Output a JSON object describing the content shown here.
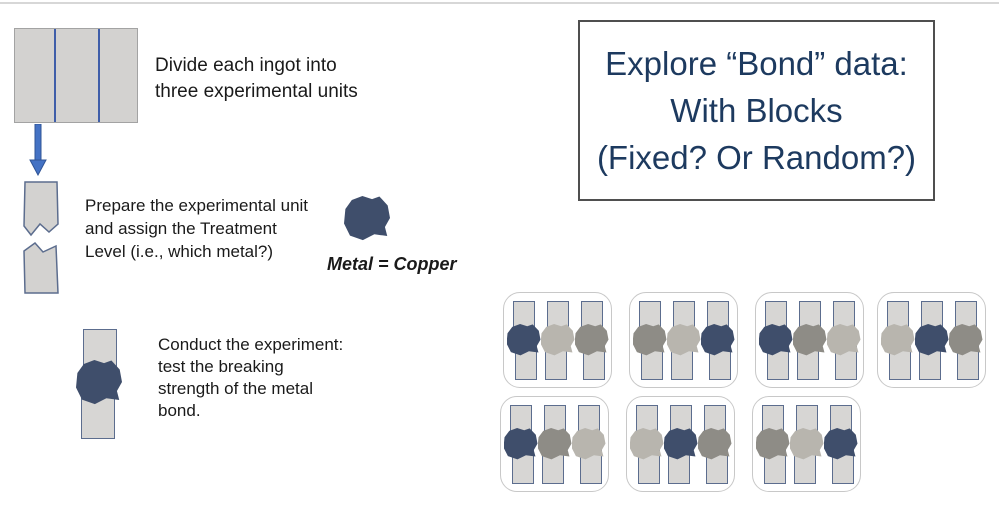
{
  "title_box": {
    "lines": [
      "Explore “Bond” data:",
      "With Blocks",
      "(Fixed? Or Random?)"
    ]
  },
  "steps": {
    "divide": {
      "lines": [
        "Divide each ingot into",
        "three experimental units"
      ]
    },
    "prepare": {
      "lines": [
        "Prepare the experimental unit",
        "and assign the Treatment",
        "Level (i.e., which metal?)"
      ]
    },
    "conduct": {
      "lines": [
        "Conduct the experiment:",
        "test the breaking",
        "strength of the metal",
        "bond."
      ]
    }
  },
  "metal_label": "Metal = Copper",
  "colors": {
    "navy": "#3f4e6b",
    "light": "#b8b5ae",
    "medium": "#8e8c86",
    "bar_fill": "#d7d6d4",
    "bar_border": "#5c6d8e",
    "ingot_fill": "#d3d2d0",
    "ingot_border": "#a3a3a3",
    "divider_blue": "#3f5ea9",
    "arrow_blue": "#4472c4",
    "arrow_edge": "#2f5496",
    "block_border": "#c8c8c8",
    "title_text": "#1d3a5f",
    "title_border": "#4f4f4f",
    "text": "#1a1a1a",
    "hairline": "#d7d7d7"
  },
  "blocks": {
    "rows": [
      [
        [
          "navy",
          "light",
          "medium"
        ],
        [
          "medium",
          "light",
          "navy"
        ],
        [
          "navy",
          "medium",
          "light"
        ],
        [
          "light",
          "navy",
          "medium"
        ]
      ],
      [
        [
          "navy",
          "medium",
          "light"
        ],
        [
          "light",
          "navy",
          "medium"
        ],
        [
          "medium",
          "light",
          "navy"
        ]
      ]
    ]
  }
}
